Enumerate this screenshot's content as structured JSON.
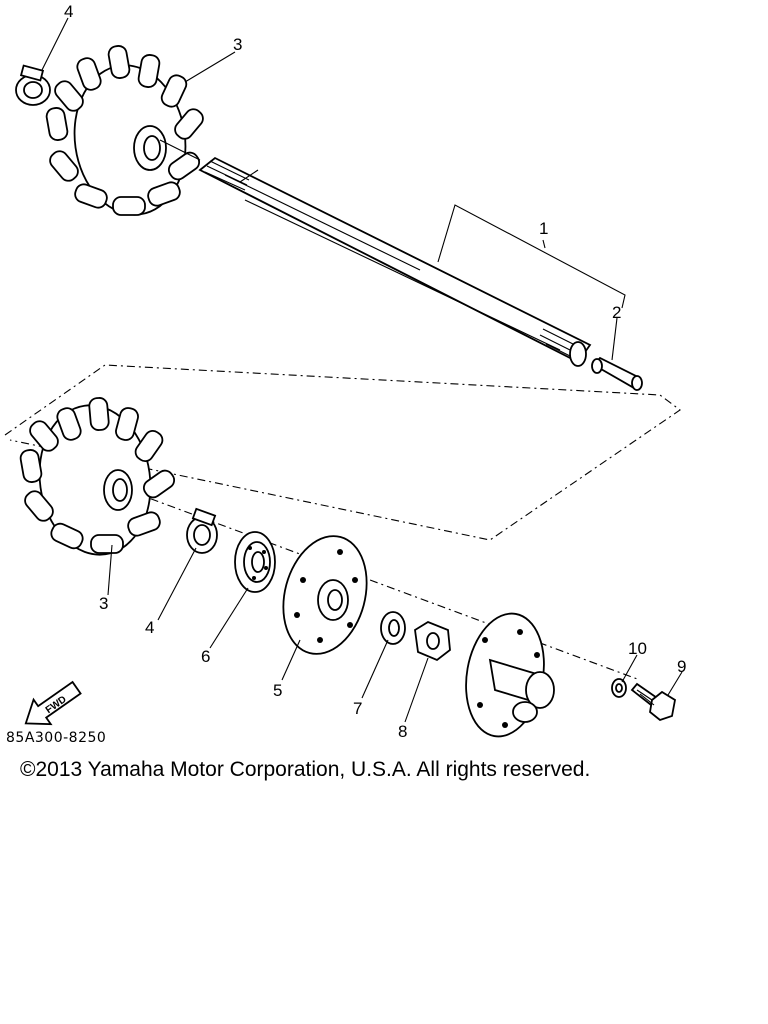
{
  "callouts": {
    "c1": "1",
    "c2": "2",
    "c3_top": "3",
    "c4_top": "4",
    "c3_bottom": "3",
    "c4_bottom": "4",
    "c5": "5",
    "c6": "6",
    "c7": "7",
    "c8": "8",
    "c9": "9",
    "c10": "10"
  },
  "fwd_label": "FWD",
  "figure_code": "85A300-8250",
  "copyright": "©2013 Yamaha Motor Corporation, U.S.A. All rights reserved.",
  "icons": {
    "fwd": "fwd-arrow-icon"
  }
}
